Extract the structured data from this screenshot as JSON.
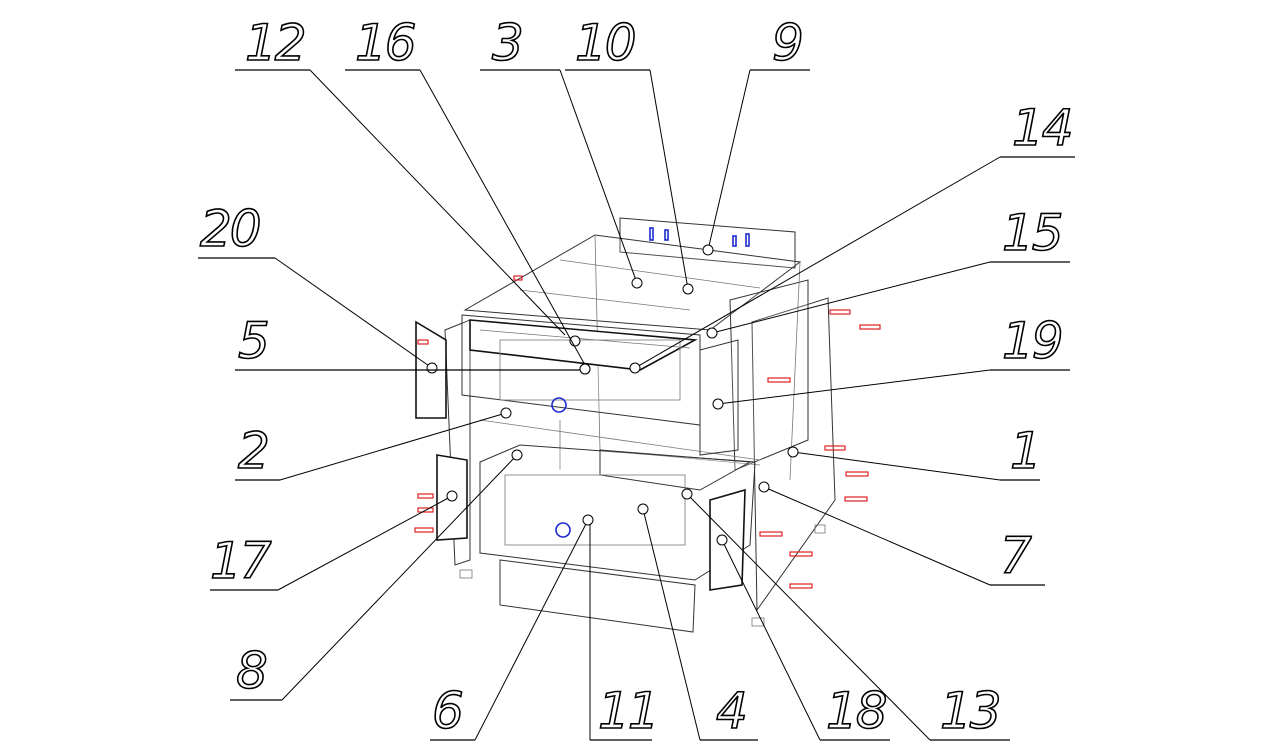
{
  "drawing": {
    "title": "Exploded drawer cabinet assembly",
    "callouts": [
      {
        "id": "12",
        "text": "12"
      },
      {
        "id": "16",
        "text": "16"
      },
      {
        "id": "3",
        "text": "3"
      },
      {
        "id": "10",
        "text": "10"
      },
      {
        "id": "9",
        "text": "9"
      },
      {
        "id": "14",
        "text": "14"
      },
      {
        "id": "15",
        "text": "15"
      },
      {
        "id": "20",
        "text": "20"
      },
      {
        "id": "5",
        "text": "5"
      },
      {
        "id": "19",
        "text": "19"
      },
      {
        "id": "2",
        "text": "2"
      },
      {
        "id": "1",
        "text": "1"
      },
      {
        "id": "17",
        "text": "17"
      },
      {
        "id": "7",
        "text": "7"
      },
      {
        "id": "8",
        "text": "8"
      },
      {
        "id": "6",
        "text": "6"
      },
      {
        "id": "11",
        "text": "11"
      },
      {
        "id": "4",
        "text": "4"
      },
      {
        "id": "18",
        "text": "18"
      },
      {
        "id": "13",
        "text": "13"
      }
    ],
    "colors": {
      "line": "#000000",
      "fastener": "#e02020",
      "hardware": "#1a2ad0"
    }
  }
}
